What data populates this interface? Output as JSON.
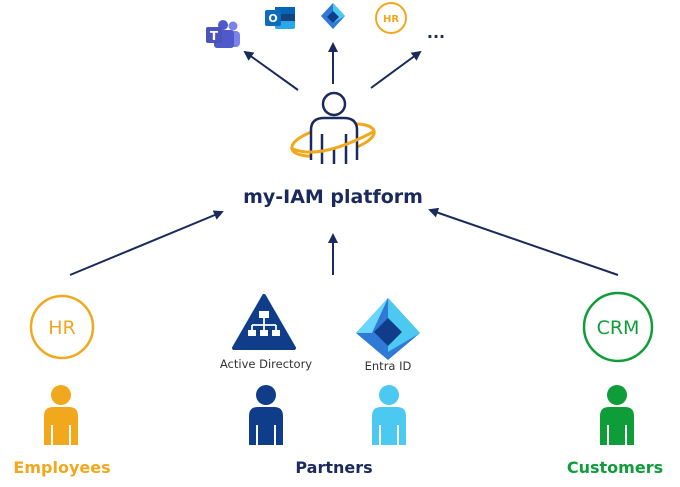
{
  "colors": {
    "navy": "#1a2a5c",
    "orange": "#f2a81d",
    "blue_dark": "#0f3d8a",
    "blue_light": "#4cc9f0",
    "green": "#0f9d3a",
    "azure": "#2f7ad6",
    "teams": "#5059c9",
    "outlook": "#0f6cbd"
  },
  "platform": {
    "label": "my-IAM platform"
  },
  "apps": {
    "teams_icon": "teams-icon",
    "outlook_icon": "outlook-icon",
    "azure_icon": "azure-icon",
    "hr_badge": "HR",
    "more": "..."
  },
  "sources": {
    "hr": {
      "badge": "HR"
    },
    "active_directory": {
      "label": "Active Directory"
    },
    "entra_id": {
      "label": "Entra ID"
    },
    "crm": {
      "badge": "CRM"
    }
  },
  "groups": {
    "employees": "Employees",
    "partners": "Partners",
    "customers": "Customers"
  }
}
